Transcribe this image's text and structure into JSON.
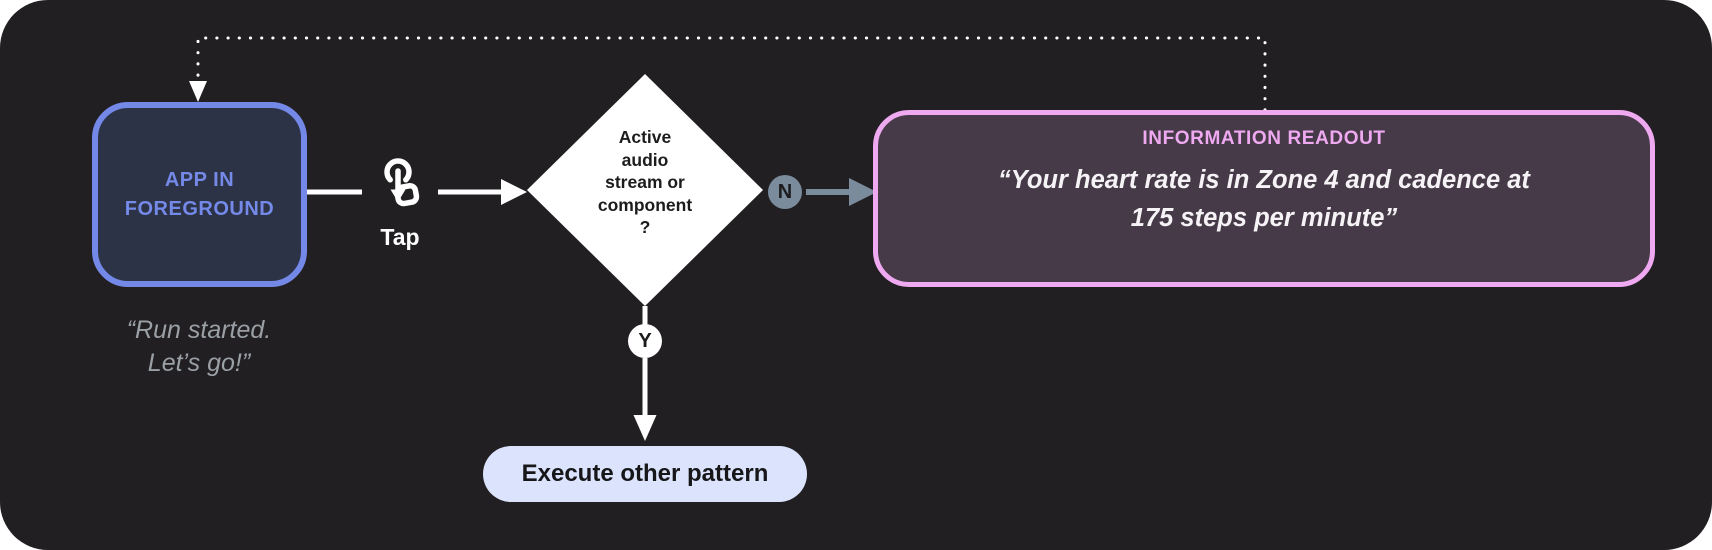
{
  "colors": {
    "background": "#211f21",
    "app_border": "#7488e7",
    "app_fill": "#2c3347",
    "app_text": "#7589e8",
    "muted_text": "#9aa0a6",
    "diamond_fill": "#ffffff",
    "diamond_text": "#1c1c1e",
    "slate": "#7a8c9c",
    "readout_border": "#efa9f0",
    "readout_fill": "#463a48",
    "pill_fill": "#dbe4fc"
  },
  "flow": {
    "app_node": {
      "label": "APP IN FOREGROUND",
      "quote_line1": "“Run started.",
      "quote_line2": "Let’s go!”"
    },
    "tap": {
      "label": "Tap",
      "icon": "tap-gesture-icon"
    },
    "decision": {
      "lines": [
        "Active",
        "audio",
        "stream or",
        "component",
        "?"
      ]
    },
    "branches": {
      "no_label": "N",
      "yes_label": "Y"
    },
    "readout": {
      "title": "INFORMATION READOUT",
      "quote_line1": "“Your heart rate is in Zone 4 and cadence at",
      "quote_line2": "175 steps per minute”"
    },
    "other_pattern": {
      "label": "Execute other pattern"
    }
  }
}
